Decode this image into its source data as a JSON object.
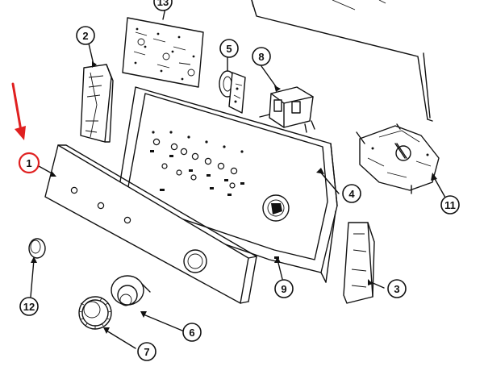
{
  "diagram": {
    "callouts": [
      {
        "id": "1",
        "label": "1"
      },
      {
        "id": "2",
        "label": "2"
      },
      {
        "id": "3",
        "label": "3"
      },
      {
        "id": "4",
        "label": "4"
      },
      {
        "id": "5",
        "label": "5"
      },
      {
        "id": "6",
        "label": "6"
      },
      {
        "id": "7",
        "label": "7"
      },
      {
        "id": "8",
        "label": "8"
      },
      {
        "id": "9",
        "label": "9"
      },
      {
        "id": "11",
        "label": "11"
      },
      {
        "id": "12",
        "label": "12"
      },
      {
        "id": "13",
        "label": "13"
      }
    ],
    "highlight": {
      "callout": "1",
      "color": "#e02020"
    }
  }
}
